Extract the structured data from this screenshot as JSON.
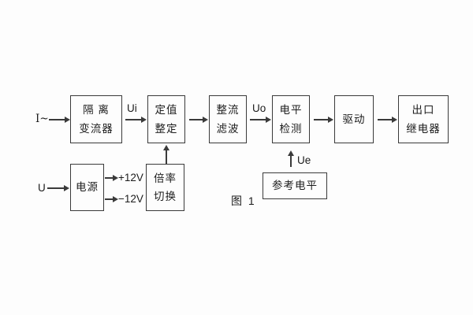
{
  "figure": {
    "caption": "图 1"
  },
  "colors": {
    "background": "#fdfdfd",
    "line": "#3a3a3a",
    "text": "#1c1c1c"
  },
  "inputs": {
    "current": "I~",
    "voltage": "U"
  },
  "signals": {
    "ui": "Ui",
    "uo": "Uo",
    "ue": "Ue",
    "plus12": "+12V",
    "minus12": "−12V"
  },
  "blocks": {
    "isolation": {
      "line1": "隔 离",
      "line2": "变流器"
    },
    "setting": {
      "line1": "定值",
      "line2": "整定"
    },
    "rectify": {
      "line1": "整流",
      "line2": "滤波"
    },
    "detect": {
      "line1": "电平",
      "line2": "检测"
    },
    "drive": {
      "label": "驱动"
    },
    "relay": {
      "line1": "出口",
      "line2": "继电器"
    },
    "power": {
      "label": "电源"
    },
    "ratio": {
      "line1": "倍率",
      "line2": "切换"
    },
    "reference": {
      "label": "参考电平"
    }
  }
}
